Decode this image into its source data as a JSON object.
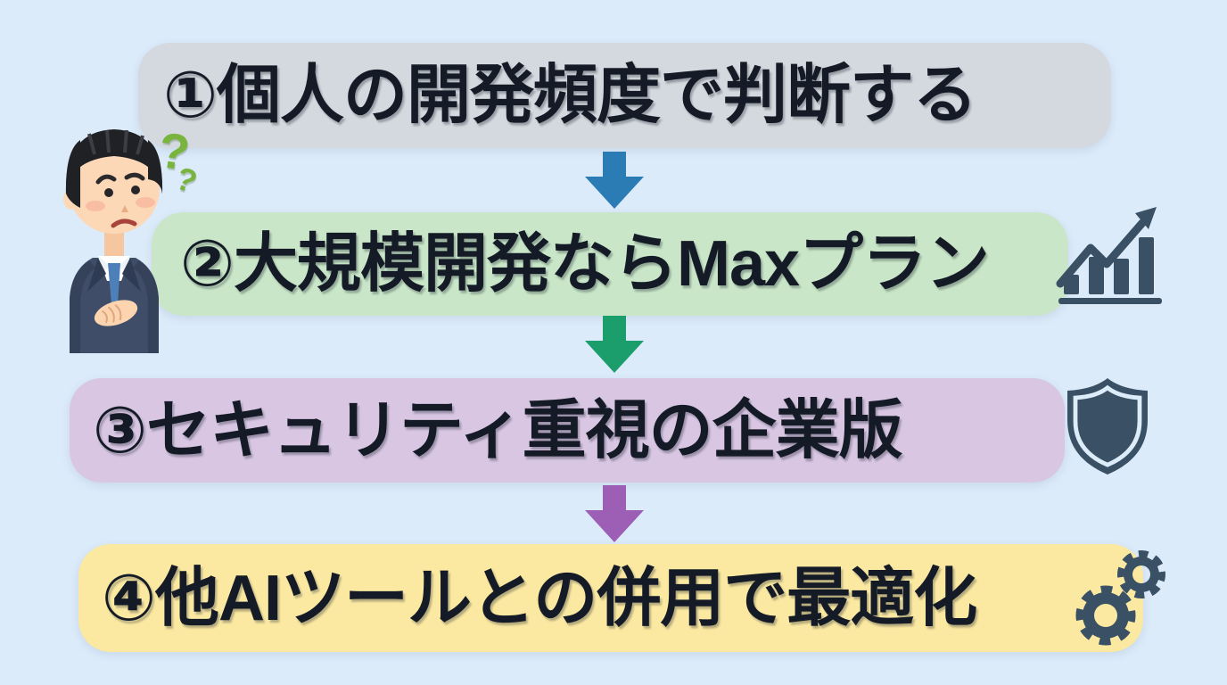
{
  "palette": {
    "background": "#dcebfa",
    "text": "#141b26",
    "icon": "#3a5065",
    "question": "#79b43e"
  },
  "steps": [
    {
      "label": "①個人の開発頻度で判断する",
      "bg": "#d3d9de",
      "icon": null
    },
    {
      "label": "②大規模開発ならMaxプラン",
      "bg": "#c9e7c8",
      "icon": "bar-chart-growth-icon"
    },
    {
      "label": "③セキュリティ重視の企業版",
      "bg": "#d8c6e3",
      "icon": "shield-icon"
    },
    {
      "label": "④他AIツールとの併用で最適化",
      "bg": "#fbe9a2",
      "icon": "gears-icon"
    }
  ],
  "arrows": [
    {
      "direction": "down",
      "color": "#2b7cb5"
    },
    {
      "direction": "down",
      "color": "#1b9e6b"
    },
    {
      "direction": "down",
      "color": "#9c5fb5"
    }
  ],
  "decorations": {
    "person": "confused-businessman-illustration",
    "question_mark_large": "?",
    "question_mark_small": "?"
  }
}
